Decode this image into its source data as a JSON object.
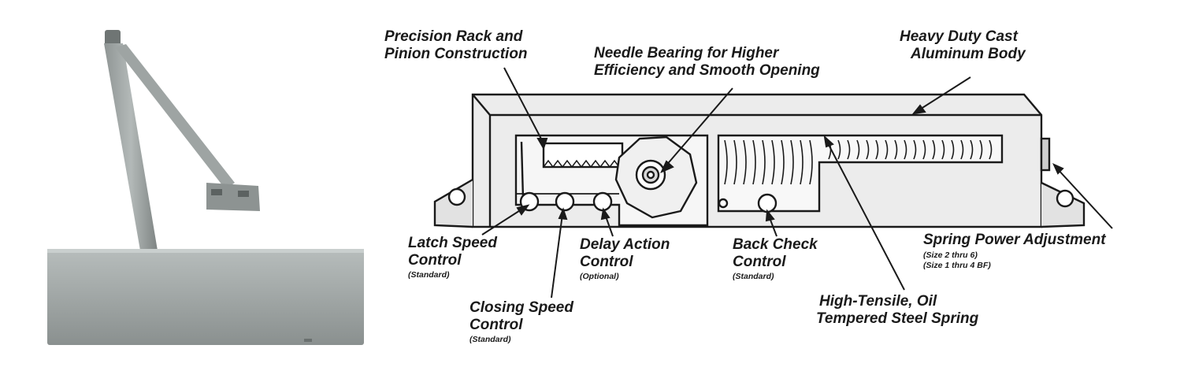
{
  "diagram": {
    "labels": {
      "rack_pinion": [
        "Precision Rack and",
        "Pinion Construction"
      ],
      "needle_bearing": [
        "Needle Bearing for Higher",
        "Efficiency and Smooth Opening"
      ],
      "aluminum_body": [
        "Heavy Duty Cast",
        "Aluminum Body"
      ],
      "latch_speed": [
        "Latch Speed",
        "Control"
      ],
      "latch_speed_note": "(Standard)",
      "closing_speed": [
        "Closing Speed",
        "Control"
      ],
      "closing_speed_note": "(Standard)",
      "delay_action": [
        "Delay Action",
        "Control"
      ],
      "delay_action_note": "(Optional)",
      "back_check": [
        "Back Check",
        "Control"
      ],
      "back_check_note": "(Standard)",
      "spring": [
        "High-Tensile, Oil",
        "Tempered Steel Spring"
      ],
      "spring_power": "Spring Power Adjustment",
      "spring_power_note1": "(Size 2 thru 6)",
      "spring_power_note2": "(Size 1 thru 4 BF)"
    },
    "colors": {
      "photo_body": "#a6acab",
      "cutaway_fill": "#e8e8e8",
      "line": "#1a1a1a"
    }
  }
}
